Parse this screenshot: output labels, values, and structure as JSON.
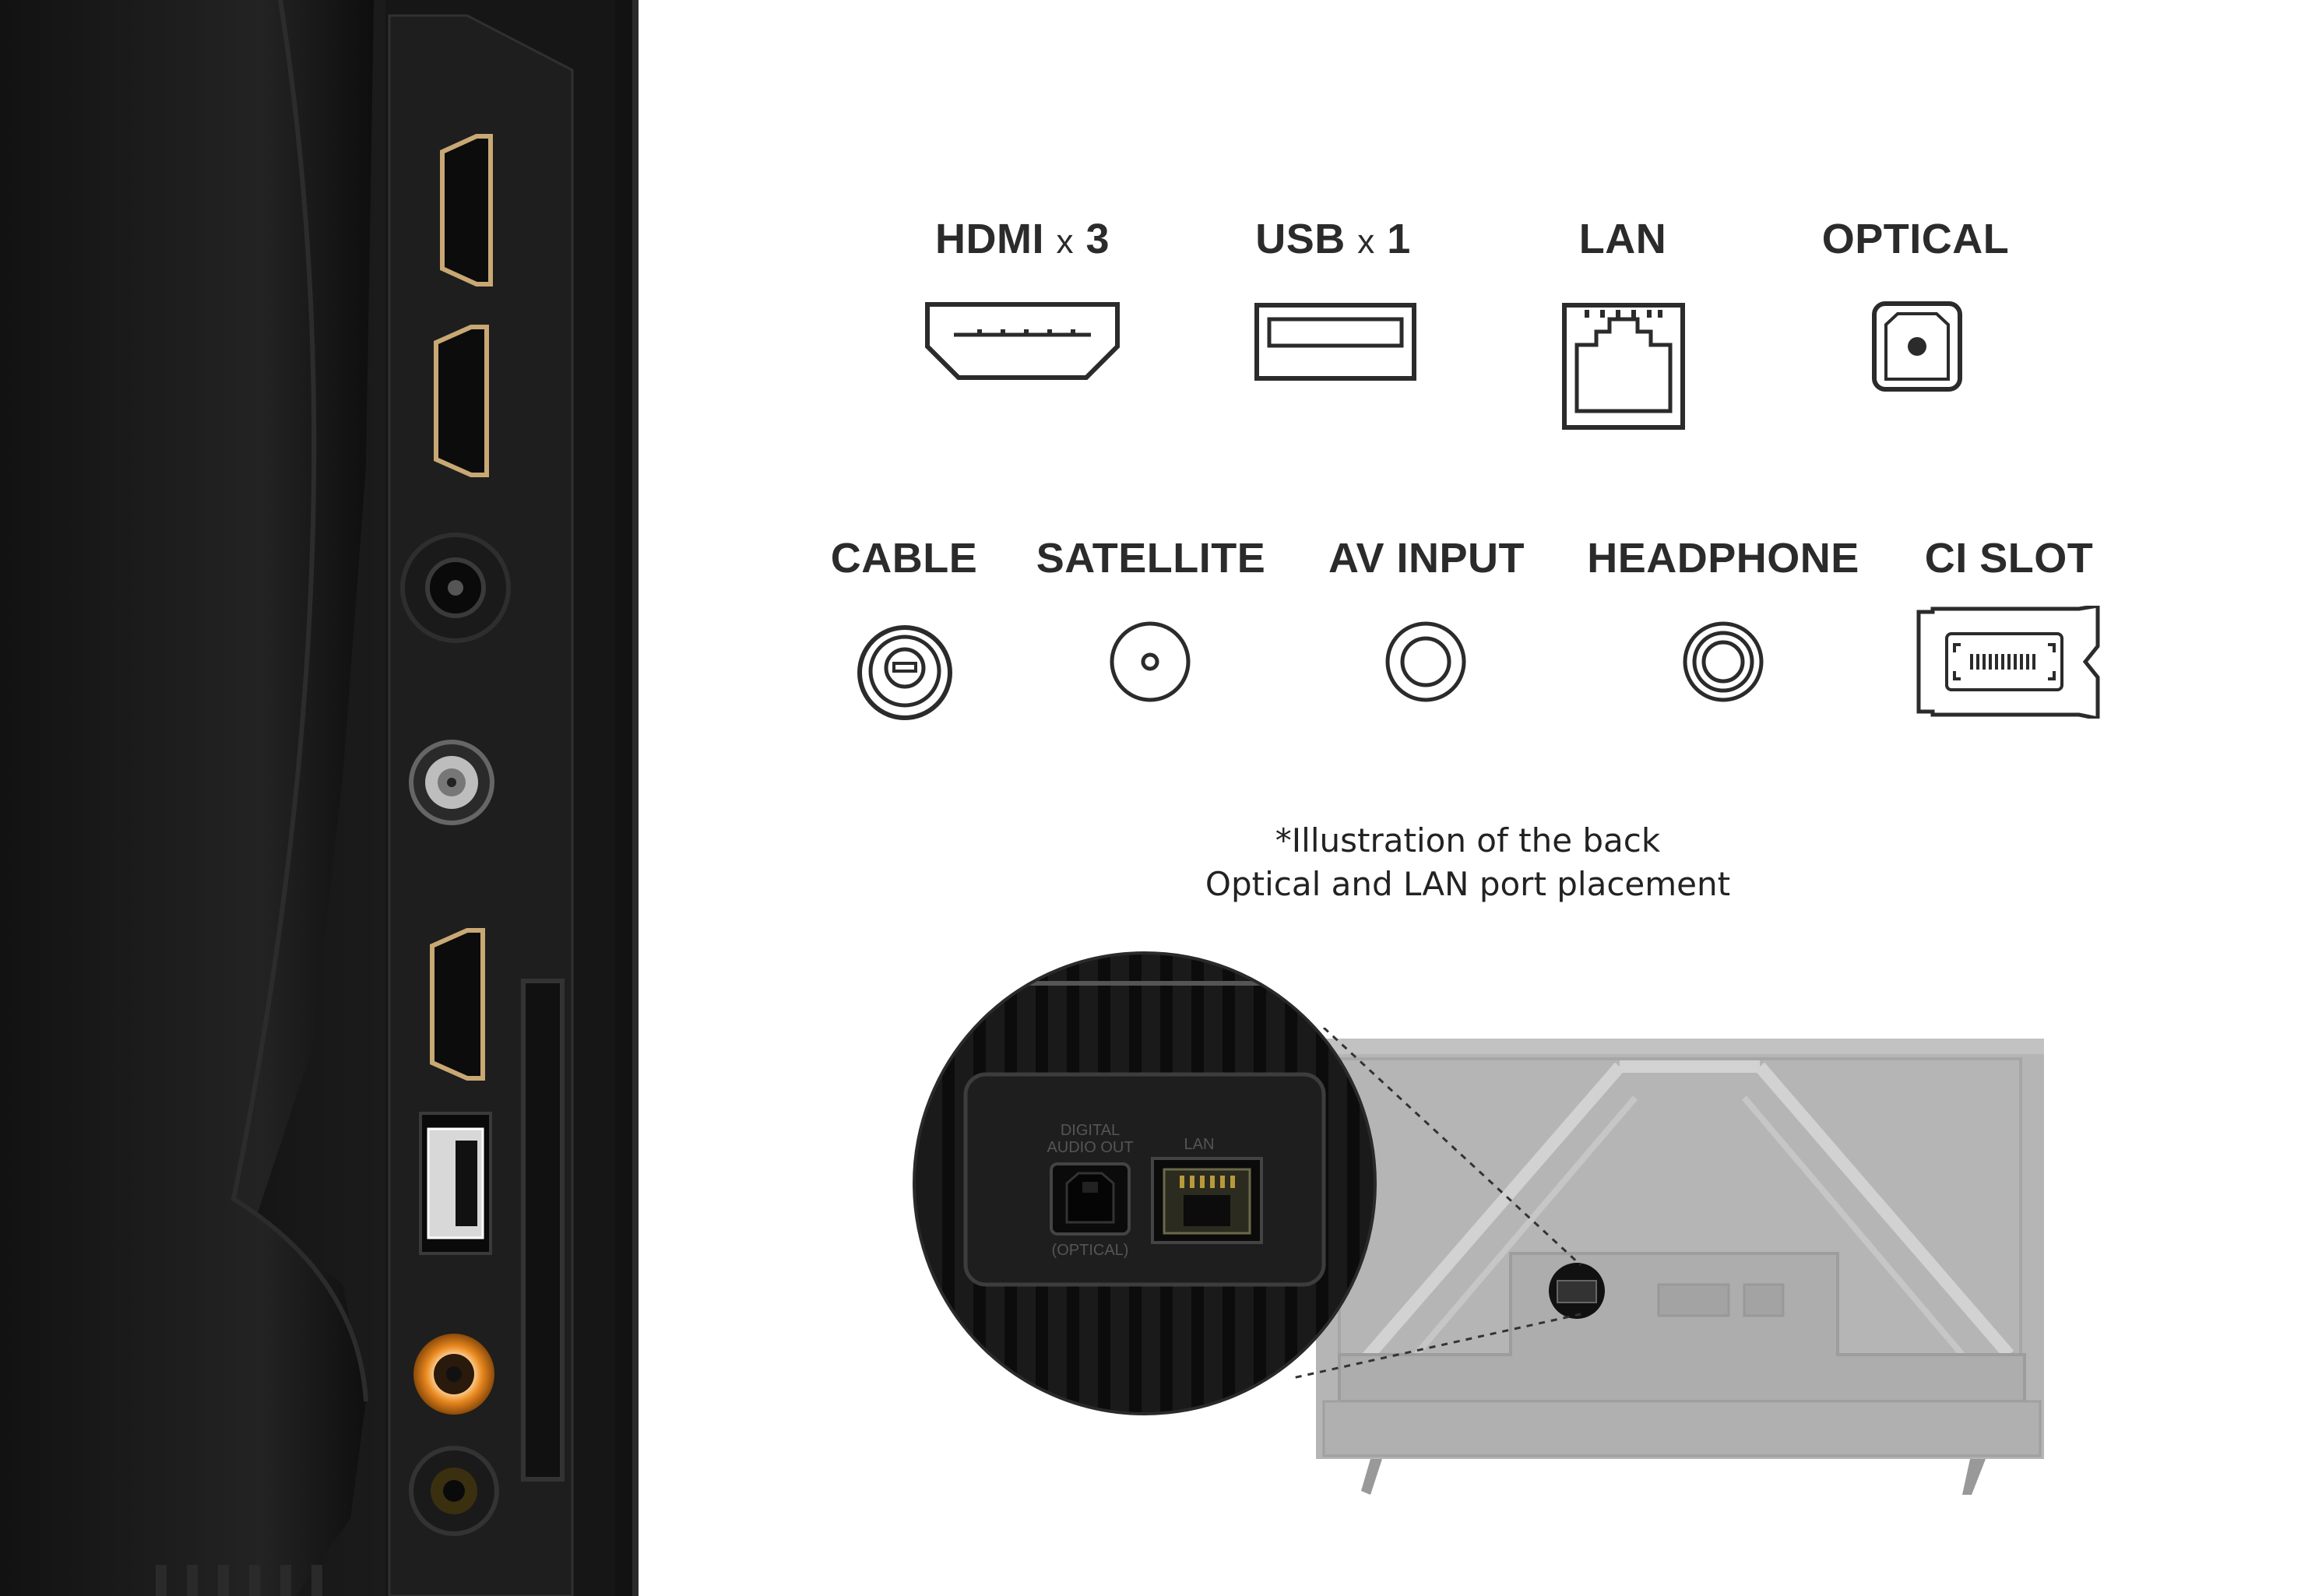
{
  "ports_row1": [
    {
      "name": "HDMI",
      "multiplier": "x",
      "count": "3",
      "icon": "hdmi-port-icon"
    },
    {
      "name": "USB",
      "multiplier": "x",
      "count": "1",
      "icon": "usb-port-icon"
    },
    {
      "name": "LAN",
      "icon": "lan-port-icon"
    },
    {
      "name": "OPTICAL",
      "icon": "optical-port-icon"
    }
  ],
  "ports_row2": [
    {
      "name": "CABLE",
      "icon": "cable-port-icon"
    },
    {
      "name": "SATELLITE",
      "icon": "satellite-port-icon"
    },
    {
      "name": "AV INPUT",
      "icon": "av-input-port-icon"
    },
    {
      "name": "HEADPHONE",
      "icon": "headphone-port-icon"
    },
    {
      "name": "CI SLOT",
      "icon": "ci-slot-icon"
    }
  ],
  "caption": {
    "line1": "*Illustration of the back",
    "line2": "Optical and LAN port placement"
  },
  "closeup": {
    "digital_label_1": "DIGITAL",
    "digital_label_2": "AUDIO OUT",
    "optical_label": "(OPTICAL)",
    "lan_label": "LAN"
  },
  "colors": {
    "panel_dark": "#141414",
    "accent_orange": "#e8871e",
    "port_gold": "#c9a874",
    "icon_stroke": "#2b2b2b",
    "tv_gray": "#b5b5b5"
  }
}
